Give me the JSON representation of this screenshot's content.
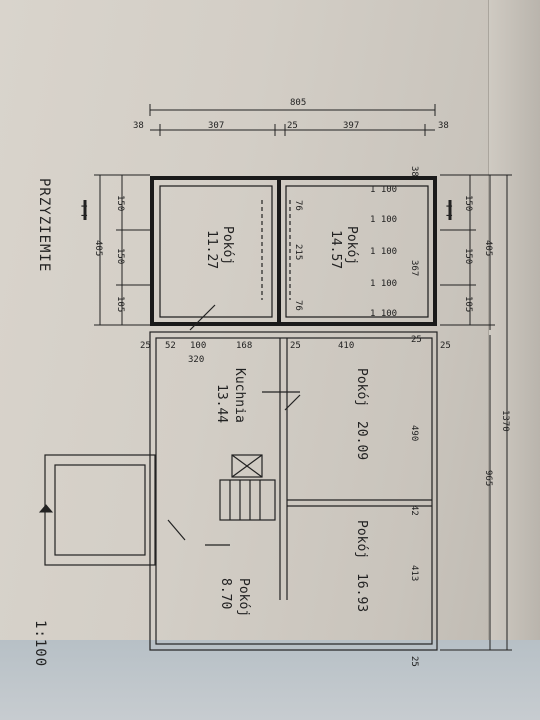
{
  "drawing": {
    "floor_name": "PRZYZIEMIE",
    "scale": "1:100",
    "section_mark": "I",
    "rooms": [
      {
        "name": "Pokój",
        "area": "11.27"
      },
      {
        "name": "Pokój",
        "area": "14.57"
      },
      {
        "name": "Kuchnia",
        "area": "13.44"
      },
      {
        "name": "Pokój",
        "area": "20.09"
      },
      {
        "name": "Pokój",
        "area": "16.93"
      },
      {
        "name": "Pokój",
        "area": "8.70"
      }
    ],
    "dims_top": {
      "total": "805",
      "a": "38",
      "b": "307",
      "c": "25",
      "d": "397",
      "e": "38"
    },
    "dims_left": {
      "total": "405",
      "a": "150",
      "b": "150",
      "c": "105"
    },
    "dims_right": {
      "a": "150",
      "b": "150",
      "c": "105",
      "d": "405",
      "e": "1370",
      "f": "965"
    },
    "dims_inner": {
      "h1": "25",
      "h2": "52",
      "h3": "100",
      "h4": "168",
      "h5": "25",
      "h6": "410",
      "h7": "25",
      "h8": "25",
      "k1": "320",
      "v1": "76",
      "v2": "215",
      "v3": "76",
      "v4": "367",
      "v5": "490",
      "v6": "42",
      "v7": "413",
      "v8": "38",
      "v9": "25"
    },
    "window_marks": [
      "1 100",
      "1 100",
      "1 100",
      "1 100",
      "1 100"
    ]
  }
}
